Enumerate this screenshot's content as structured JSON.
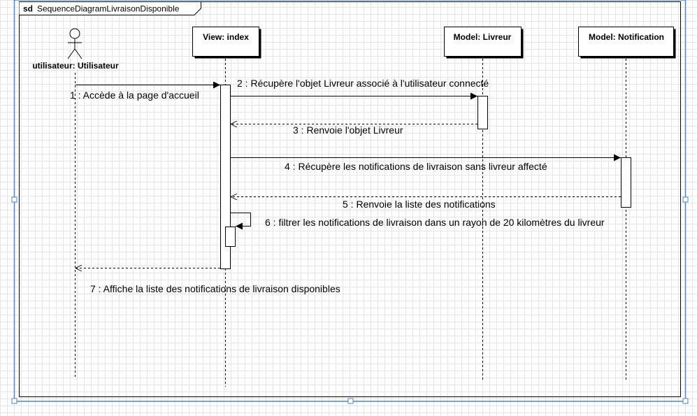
{
  "frame": {
    "keyword": "sd",
    "name": "SequenceDiagramLivraisonDisponible"
  },
  "actor": {
    "label": "utilisateur: Utilisateur"
  },
  "lifelines": [
    {
      "label": "View: index"
    },
    {
      "label": "Model: Livreur"
    },
    {
      "label": "Model: Notification"
    }
  ],
  "messages": [
    {
      "label": "1 :  Accède à la page d'accueil",
      "kind": "sync"
    },
    {
      "label": "2 : Récupère l'objet Livreur associé à l'utilisateur connecté",
      "kind": "sync"
    },
    {
      "label": "3 :  Renvoie l'objet Livreur",
      "kind": "return"
    },
    {
      "label": "4 : Récupère les notifications de livraison sans livreur affecté",
      "kind": "sync"
    },
    {
      "label": "5 : Renvoie la liste des notifications",
      "kind": "return"
    },
    {
      "label": "6 : filtrer les notifications de livraison dans un rayon de 20 kilomètres du livreur",
      "kind": "self"
    },
    {
      "label": "7 : Affiche la liste des notifications de livraison disponibles",
      "kind": "return"
    }
  ],
  "colors": {
    "grid": "#e4e4e4",
    "selection": "#4a86c8",
    "line": "#000000"
  }
}
